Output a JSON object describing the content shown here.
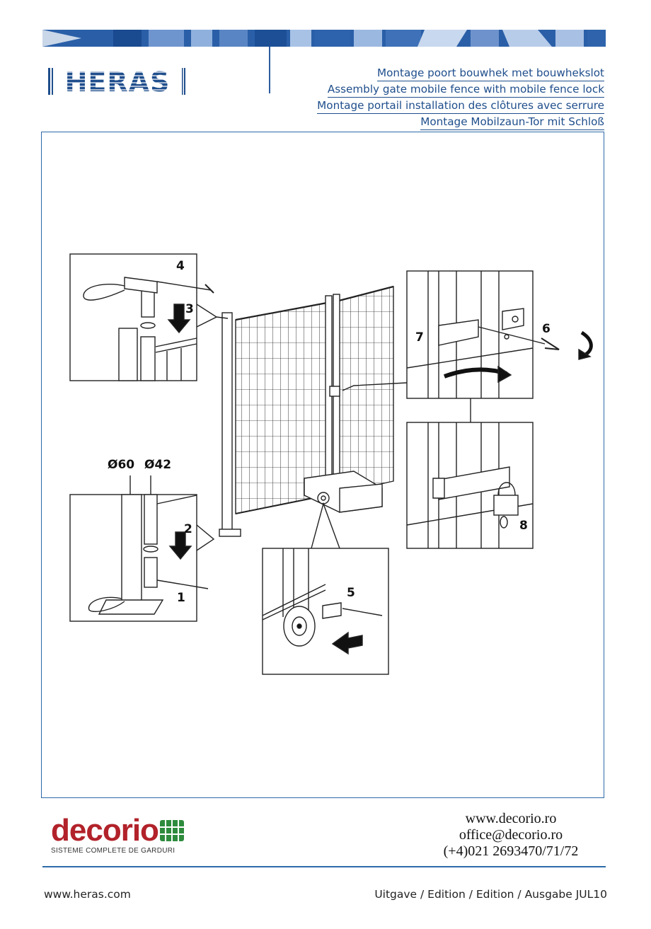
{
  "header": {
    "brand": "HERAS",
    "titles": [
      "Montage poort bouwhek met bouwhekslot",
      "Assembly gate mobile fence with mobile fence lock",
      "Montage portail installation des clôtures avec serrure",
      "Montage Mobilzaun-Tor mit Schloß"
    ],
    "accent_color": "#1f4e8c"
  },
  "diagram": {
    "step_labels": [
      "1",
      "2",
      "3",
      "4",
      "5",
      "6",
      "7",
      "8"
    ],
    "diameter_labels": [
      "Ø60",
      "Ø42"
    ]
  },
  "dealer": {
    "brand": "decorio",
    "tagline": "SISTEME COMPLETE DE GARDURI",
    "website": "www.decorio.ro",
    "email": "office@decorio.ro",
    "phone": "(+4)021 2693470/71/72",
    "brand_color": "#b2222a",
    "icon": "fence-grid-icon"
  },
  "footer": {
    "website": "www.heras.com",
    "edition": "Uitgave / Edition / Edition / Ausgabe JUL10"
  }
}
